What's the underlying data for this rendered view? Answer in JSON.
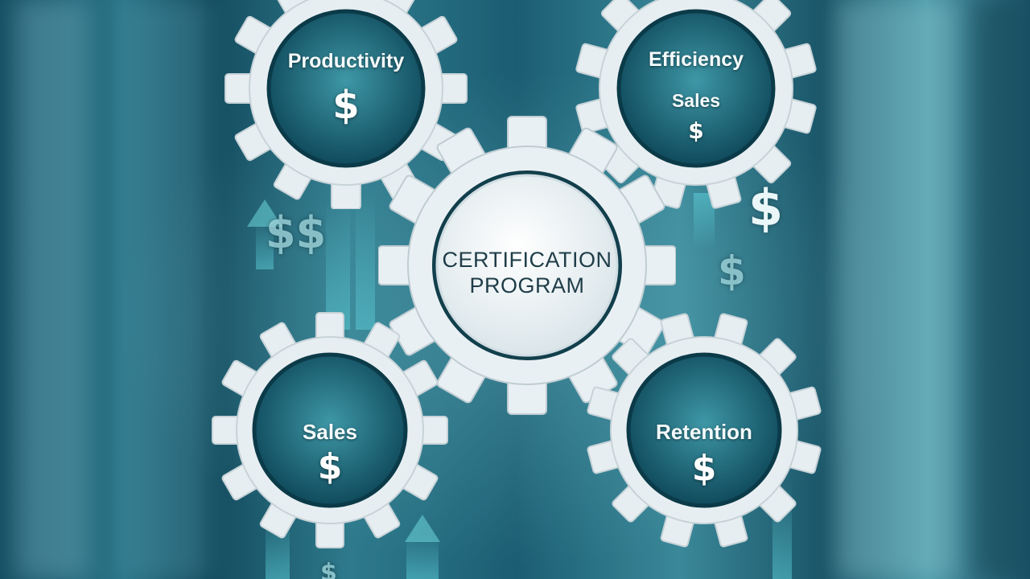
{
  "center": {
    "line1": "CERTIFICATION",
    "line2": "PROGRAM"
  },
  "gears": {
    "productivity": {
      "label": "Productivity",
      "symbol": "$"
    },
    "efficiency": {
      "label": "Efficiency",
      "sublabel": "Sales",
      "symbol": "$"
    },
    "sales": {
      "label": "Sales",
      "symbol": "$"
    },
    "retention": {
      "label": "Retention",
      "symbol": "$"
    }
  },
  "floating_symbols": {
    "double": "$$",
    "single": "$"
  },
  "colors": {
    "gear": "#e7eef1",
    "background": "#1b5d72",
    "teal_glass": "#2f7f8e"
  },
  "icons": [
    "gear-icon",
    "dollar-icon",
    "up-arrow-icon",
    "down-arrow-icon"
  ]
}
